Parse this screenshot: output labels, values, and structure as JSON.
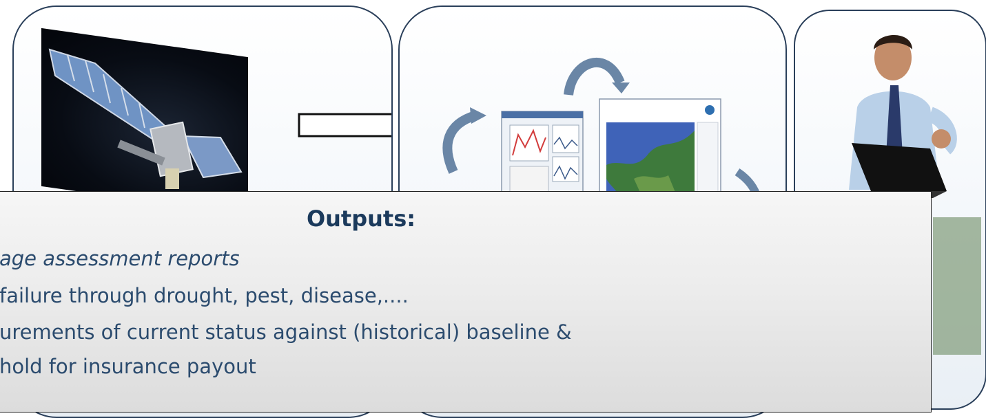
{
  "outputs": {
    "title": "Outputs:",
    "lines": [
      "age assessment reports",
      "failure through drought, pest, disease,....",
      "urements of current status against (historical) baseline &",
      "hold for insurance payout"
    ]
  },
  "icons": {
    "panel_1": "satellite-image",
    "panel_2": "monitoring-software-screens",
    "panel_3": "businessman-with-laptop",
    "flow": "right-arrow"
  },
  "colors": {
    "panel_border": "#2a3f5a",
    "outputs_title": "#1b3a5c",
    "outputs_text": "#2b4b6e"
  }
}
